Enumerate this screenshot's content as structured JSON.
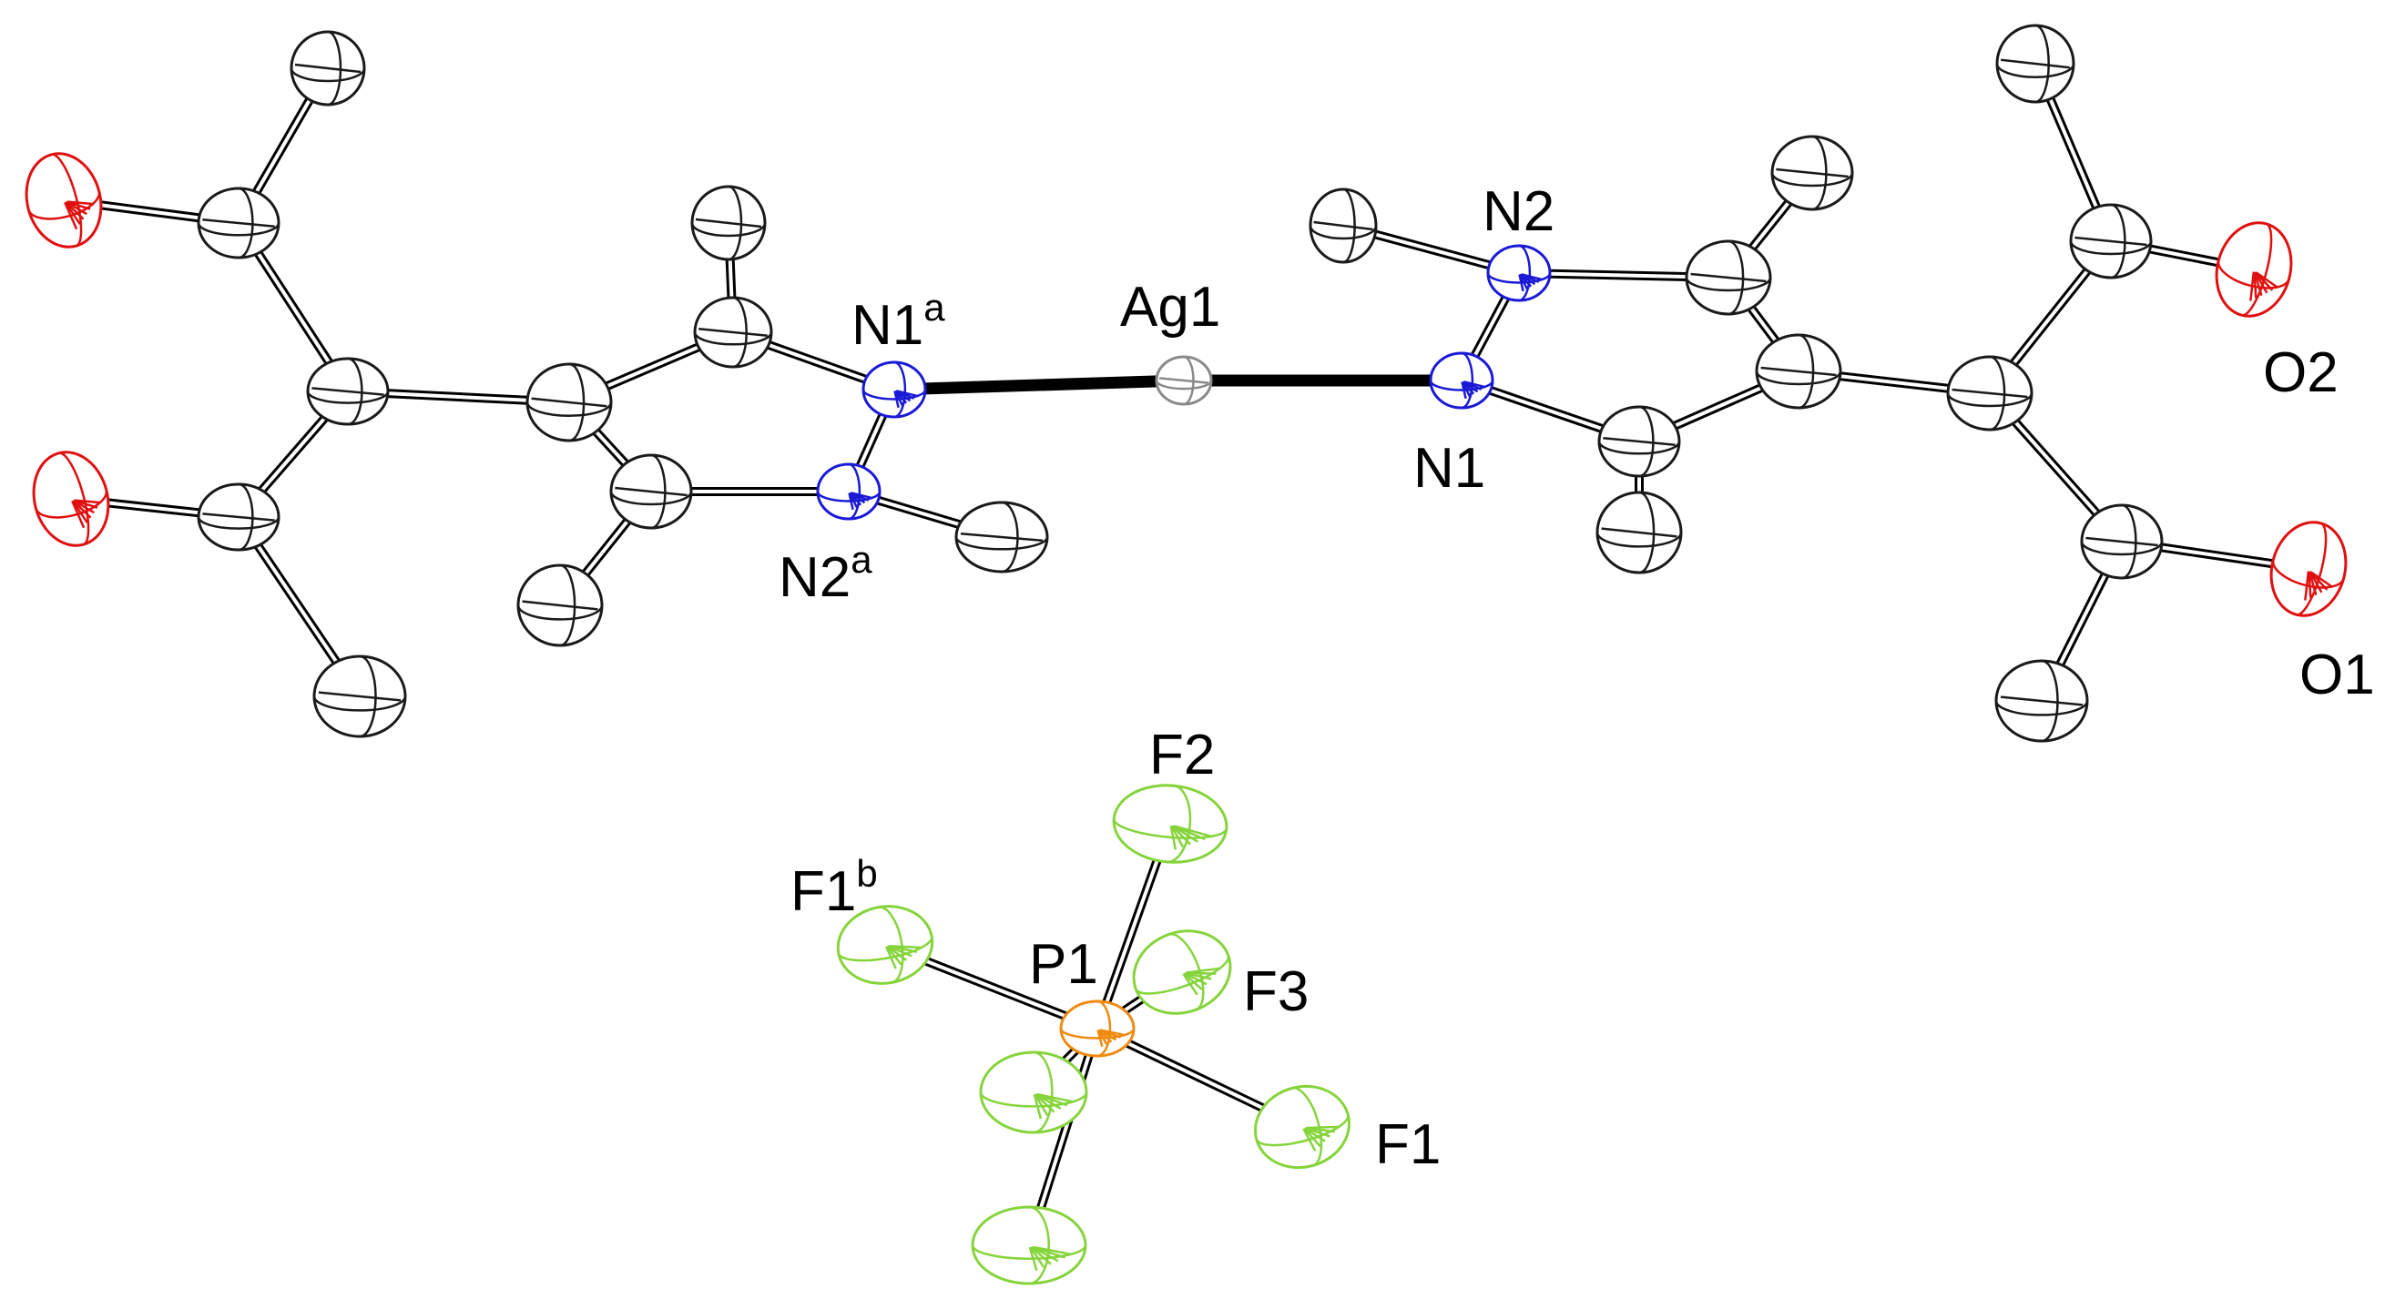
{
  "figure": {
    "atoms": [
      {
        "id": "Ag1",
        "element": "Ag",
        "label": "Ag1"
      },
      {
        "id": "N1",
        "element": "N",
        "label": "N1"
      },
      {
        "id": "N2",
        "element": "N",
        "label": "N2"
      },
      {
        "id": "N1a",
        "element": "N",
        "label": "N1",
        "sup": "a"
      },
      {
        "id": "N2a",
        "element": "N",
        "label": "N2",
        "sup": "a"
      },
      {
        "id": "O1",
        "element": "O",
        "label": "O1"
      },
      {
        "id": "O2",
        "element": "O",
        "label": "O2"
      },
      {
        "id": "P1",
        "element": "P",
        "label": "P1"
      },
      {
        "id": "F1",
        "element": "F",
        "label": "F1"
      },
      {
        "id": "F1b",
        "element": "F",
        "label": "F1",
        "sup": "b"
      },
      {
        "id": "F2",
        "element": "F",
        "label": "F2"
      },
      {
        "id": "F3",
        "element": "F",
        "label": "F3"
      }
    ],
    "colors": {
      "Ag": "#8a8a8a",
      "N": "#1a1ad6",
      "O": "#e01010",
      "P": "#f08a10",
      "F": "#86d43c",
      "C": "#1a1a1a",
      "bond": "#000000"
    }
  }
}
